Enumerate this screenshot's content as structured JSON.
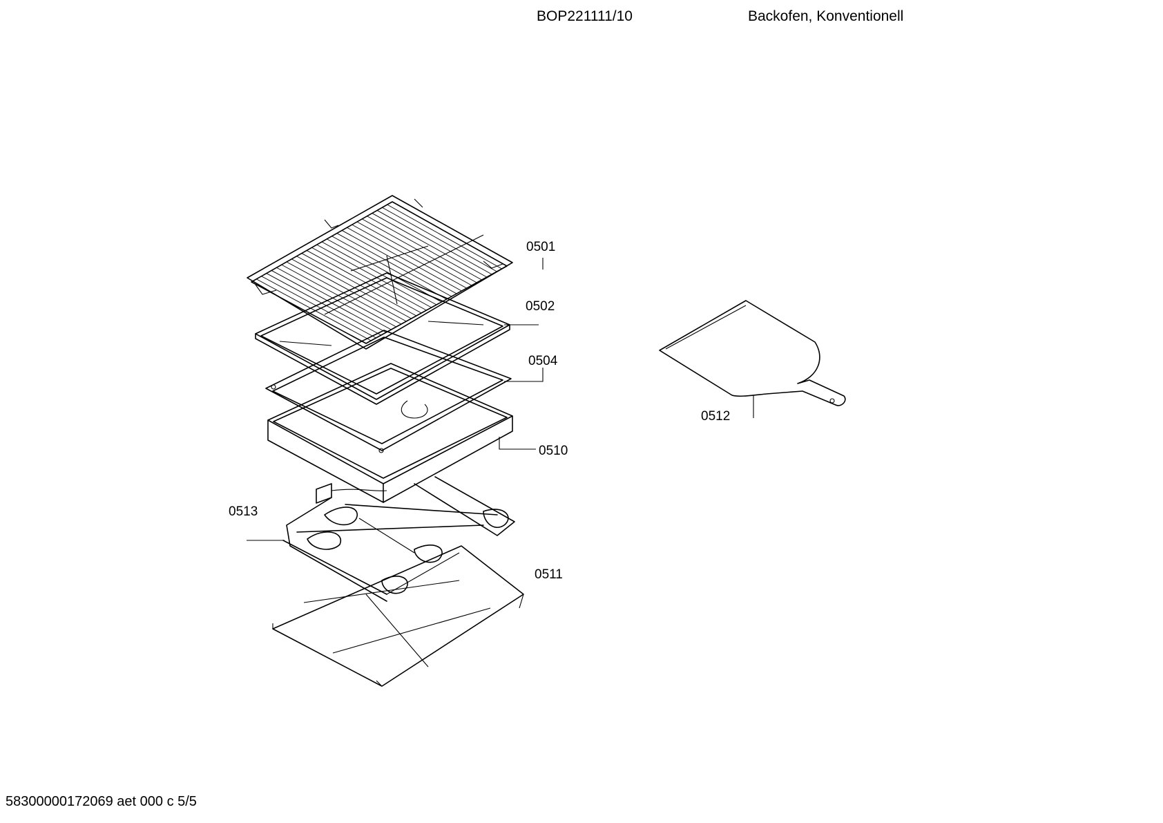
{
  "header": {
    "model": "BOP221111/10",
    "description": "Backofen, Konventionell"
  },
  "footer": {
    "document_id": "58300000172069 aet 000 c 5/5"
  },
  "parts": [
    {
      "id": "wire-rack",
      "label": "0501"
    },
    {
      "id": "baking-tray",
      "label": "0502"
    },
    {
      "id": "enamel-tray",
      "label": "0504"
    },
    {
      "id": "deep-pan",
      "label": "0510"
    },
    {
      "id": "rack-frame",
      "label": "0511"
    },
    {
      "id": "pizza-peel",
      "label": "0512"
    },
    {
      "id": "heating-element",
      "label": "0513"
    }
  ]
}
